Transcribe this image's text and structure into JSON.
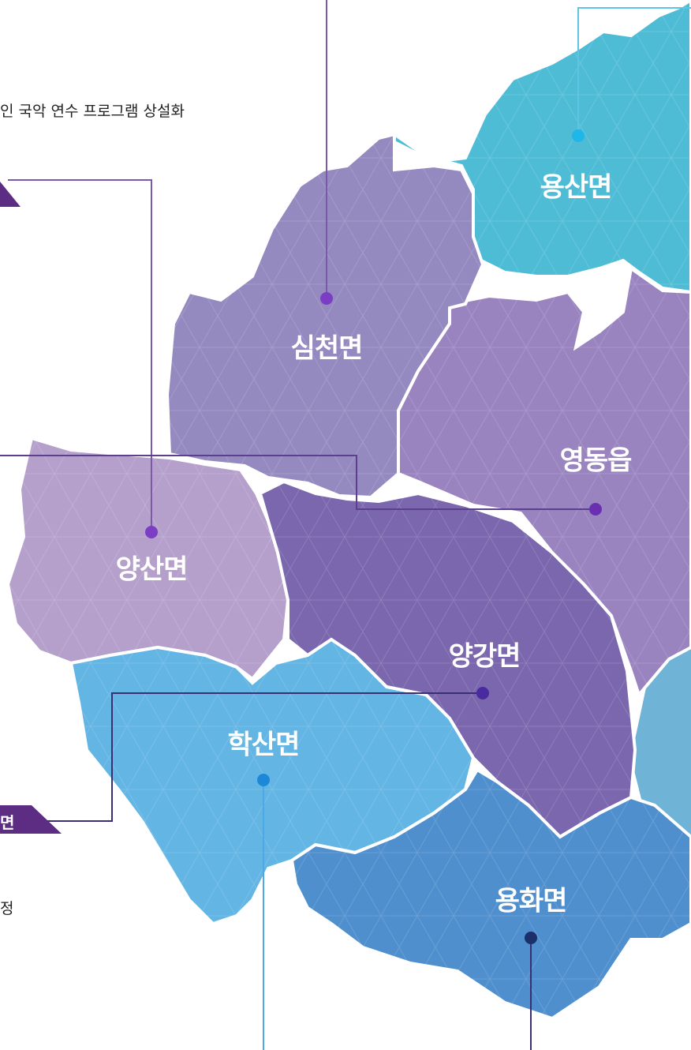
{
  "regions": {
    "yongsan": "용산면",
    "simcheon": "심천면",
    "yeongdong": "영동읍",
    "yangsan": "양산면",
    "yanggang": "양강면",
    "haksan": "학산면",
    "yonghwa": "용화면"
  },
  "snippets": {
    "top": "인 국악 연수 프로그램 상설화",
    "tab_bottom": "면",
    "bottom": "정"
  },
  "colors": {
    "teal": "#4fbcd6",
    "lavender": "#9c86bf",
    "light_lavender": "#b69fcb",
    "violet": "#7a67ad",
    "sky_blue": "#65b6e4",
    "blue": "#4e8fce",
    "deep_purple": "#5c2d82",
    "dot_purple": "#7a3dc4",
    "dot_navy": "#1b2f6b",
    "dot_blue": "#1e88d8"
  }
}
